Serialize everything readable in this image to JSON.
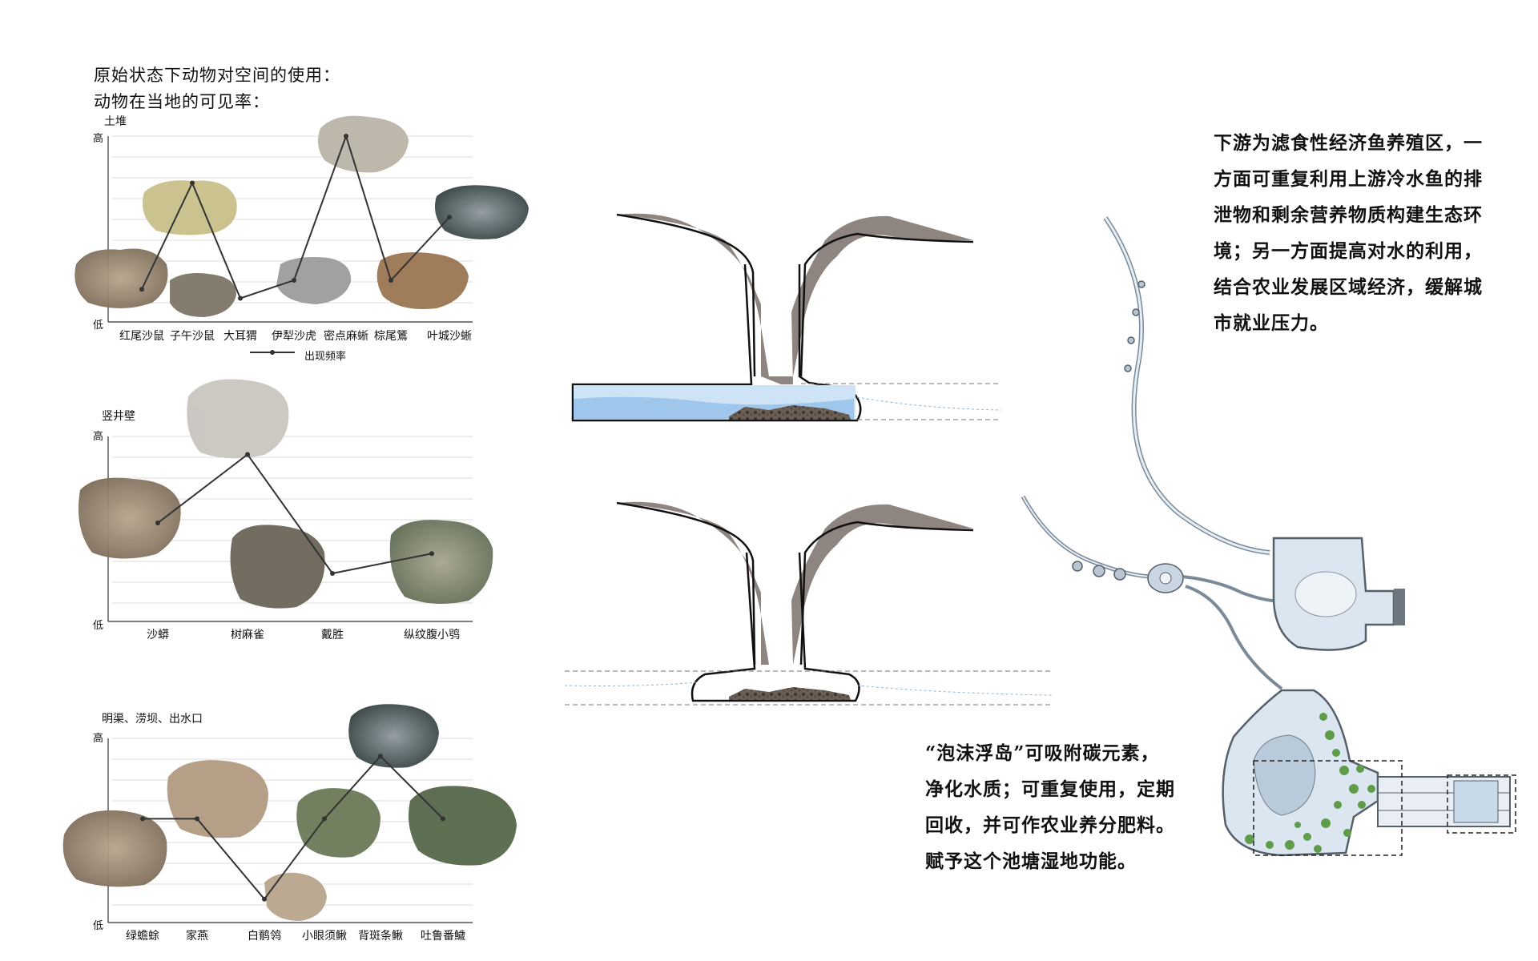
{
  "header": {
    "line1": "原始状态下动物对空间的使用：",
    "line2": "动物在当地的可见率："
  },
  "axis": {
    "high": "高",
    "low": "低"
  },
  "chart_data": [
    {
      "type": "line",
      "title": "土堆",
      "categories": [
        "红尾沙鼠",
        "子午沙鼠",
        "大耳猬",
        "伊犁沙虎",
        "密点麻蜥",
        "棕尾鵟",
        "叶城沙蜥"
      ],
      "series": [
        {
          "name": "出现频率",
          "values": [
            0.15,
            0.74,
            0.1,
            0.2,
            1.0,
            0.2,
            0.55
          ]
        }
      ],
      "ylim": [
        0,
        1
      ]
    },
    {
      "type": "line",
      "title": "竖井壁",
      "categories": [
        "沙蟒",
        "树麻雀",
        "戴胜",
        "纵纹腹小鸮"
      ],
      "series": [
        {
          "values": [
            0.52,
            0.9,
            0.24,
            0.35
          ]
        }
      ],
      "ylim": [
        0,
        1
      ]
    },
    {
      "type": "line",
      "title": "明渠、涝坝、出水口",
      "categories": [
        "绿蟾蜍",
        "家燕",
        "白鹡鸰",
        "小眼须鳅",
        "背斑条鳅",
        "吐鲁番鱥"
      ],
      "series": [
        {
          "values": [
            0.55,
            0.55,
            0.1,
            0.55,
            0.9,
            0.55
          ]
        }
      ],
      "ylim": [
        0,
        1
      ]
    }
  ],
  "legend_label": "出现频率",
  "text_right_top": [
    "下游为滤食性经济鱼养殖区，一",
    "方面可重复利用上游冷水鱼的排",
    "泄物和剩余营养物质构建生态环",
    "境；另一方面提高对水的利用，",
    "结合农业发展区域经济，缓解城",
    "市就业压力。"
  ],
  "text_right_bottom": [
    "“泡沫浮岛”可吸附碳元素，",
    "净化水质；可重复使用，定期",
    "回收，并可作农业养分肥料。",
    "赋予这个池塘湿地功能。"
  ],
  "colors": {
    "soil": "#8f8680",
    "water": "#bcd9f2",
    "dark_soil": "#4a403a",
    "pond": "#dce6f0",
    "foam": "#5f9c4a"
  }
}
